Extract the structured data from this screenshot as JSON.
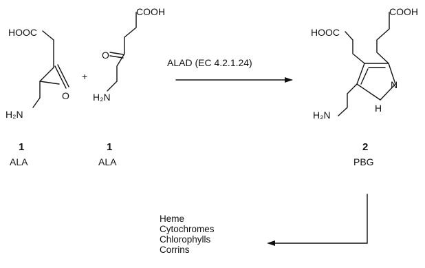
{
  "reactant1": {
    "top_group": "HOOC",
    "bottom_group": "H₂N",
    "ketone": "O",
    "number": "1",
    "name": "ALA"
  },
  "plus": "+",
  "reactant2": {
    "top_group": "COOH",
    "bottom_group": "H₂N",
    "ketone": "O",
    "number": "1",
    "name": "ALA"
  },
  "enzyme": "ALAD (EC 4.2.1.24)",
  "product": {
    "left_group": "HOOC",
    "right_group": "COOH",
    "amine_group": "H₂N",
    "ring_n": "N",
    "ring_h": "H",
    "number": "2",
    "name": "PBG"
  },
  "downstream_products": [
    "Heme",
    "Cytochromes",
    "Chlorophylls",
    "Corrins"
  ]
}
